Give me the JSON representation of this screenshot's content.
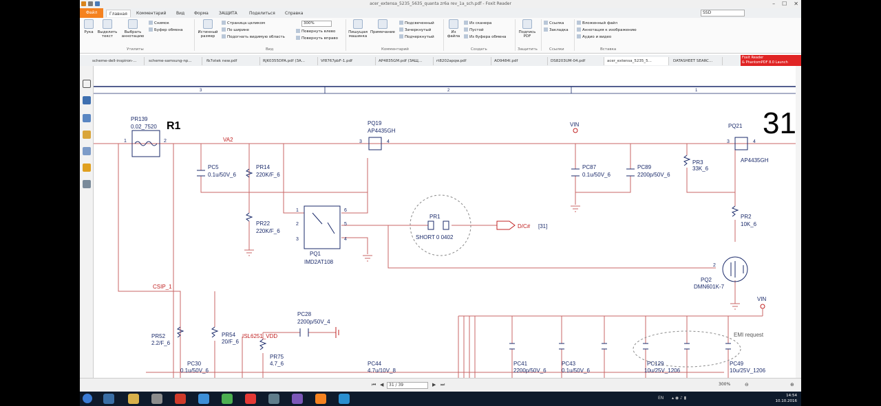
{
  "app": {
    "title": "acer_extensa_5235_5635_quanta zr6a rev_1a_sch.pdf - Foxit Reader"
  },
  "menu": {
    "file": "Файл",
    "tabs": [
      "Главная",
      "Комментарий",
      "Вид",
      "Форма",
      "ЗАЩИТА",
      "Поделиться",
      "Справка"
    ]
  },
  "search": {
    "value": "SSD"
  },
  "ribbon": {
    "tools": {
      "hand": "Рука",
      "select_text": "Выделить текст",
      "select_annot": "Выбрать аннотацию",
      "snapshot": "Снимок",
      "clipboard": "Буфер обмена",
      "group": "Утилиты"
    },
    "view": {
      "actual": "Истинный размер",
      "fit_page": "Страница целиком",
      "fit_width": "По ширине",
      "fit_visible": "Подогнать видимую область",
      "zoom": "300%",
      "rotate_left": "Повернуть влево",
      "rotate_right": "Повернуть вправо",
      "group": "Вид"
    },
    "comment": {
      "typewriter": "Пишущая машинка",
      "note": "Примечание",
      "highlight": "Подсвеченный",
      "strike": "Зачеркнутый",
      "underline": "Подчеркнутый",
      "group": "Комментарий"
    },
    "create": {
      "from_file": "Из файла",
      "from_scanner": "Из сканера",
      "blank": "Пустой",
      "from_clipboard": "Из буфера обмена",
      "group": "Создать"
    },
    "protect": {
      "sign": "Подпись PDF",
      "group": "Защитить"
    },
    "links": {
      "link": "Ссылка",
      "bookmark": "Закладка",
      "group": "Ссылки"
    },
    "insert": {
      "attachment": "Вложенный файл",
      "image_annot": "Аннотация к изображению",
      "audio_video": "Аудио и видео",
      "group": "Вставка"
    }
  },
  "doc_tabs": [
    "scheme-dell-inspiron-...",
    "scheme-samsung-np...",
    "fb7otek new.pdf",
    "RJK0355DPA.pdf (ЗА...",
    "Vf8767pbF-1.pdf",
    "AP4835GM.pdf (ЗАЩ...",
    "rt8202apqw.pdf",
    "AO9484I.pdf",
    "DS8203UM-04.pdf",
    "acer_extensa_5235_5...",
    "DATASHEET SEARC..."
  ],
  "promo": {
    "line1": "Foxit Reader",
    "line2": "& PhantomPDF 8.0 Launch"
  },
  "schematic": {
    "zones": [
      "3",
      "2",
      "1"
    ],
    "page_number": "31",
    "labels": {
      "pr139": "PR139",
      "pr139v": "0.02_7520",
      "r1": "R1",
      "va2": "VA2",
      "pq19": "PQ19",
      "pq19p": "AP4435GH",
      "vin": "VIN",
      "pq21": "PQ21",
      "pq21p": "AP4435GH",
      "pc5": "PC5",
      "pc5v": "0.1u/50V_6",
      "pr14": "PR14",
      "pr14v": "220K/F_6",
      "pc87": "PC87",
      "pc87v": "0.1u/50V_6",
      "pc89": "PC89",
      "pc89v": "2200p/50V_6",
      "pr3": "PR3",
      "pr3v": "33K_6",
      "pr22": "PR22",
      "pr22v": "220K/F_6",
      "pr1": "PR1",
      "pr1v": "SHORT 0 0402",
      "dcnet": "D/C#",
      "dcref": "[31]",
      "pq1": "PQ1",
      "pq1p": "IMD2AT108",
      "pr2": "PR2",
      "pr2v": "10K_6",
      "pq2": "PQ2",
      "pq2p": "DMN601K-7",
      "vin2": "VIN",
      "csip": "CSIP_1",
      "pc28": "PC28",
      "pc28v": "2200p/50V_4",
      "isl": "ISL6251_VDD",
      "emi": "EMI request",
      "pr52": "PR52",
      "pr52v": "2.2/F_6",
      "pr54": "PR54",
      "pr54v": "20/F_6",
      "pr75": "PR75",
      "pr75v": "4.7_6",
      "pc30": "PC30",
      "pc30v": "0.1u/50V_6",
      "pc44": "PC44",
      "pc44v": "4.7u/10V_8",
      "pc41": "PC41",
      "pc41v": "2200p/50V_6",
      "pc43": "PC43",
      "pc43v": "0.1u/50V_6",
      "pc129": "PC129",
      "pc129v": "10u/25V_1206",
      "pc49": "PC49",
      "pc49v": "10u/25V_1206",
      "pin1": "1",
      "pin2": "2",
      "pin3": "3",
      "pin4": "4",
      "pin5": "5",
      "pin6": "6"
    },
    "colors": {
      "wire": "#c96464",
      "label": "#c02020",
      "ink": "#1a2a6a"
    }
  },
  "status": {
    "page": "31 / 39",
    "zoom": "300%"
  },
  "taskbar": {
    "lang": "EN",
    "time": "14:54",
    "date": "10.10.2016"
  }
}
